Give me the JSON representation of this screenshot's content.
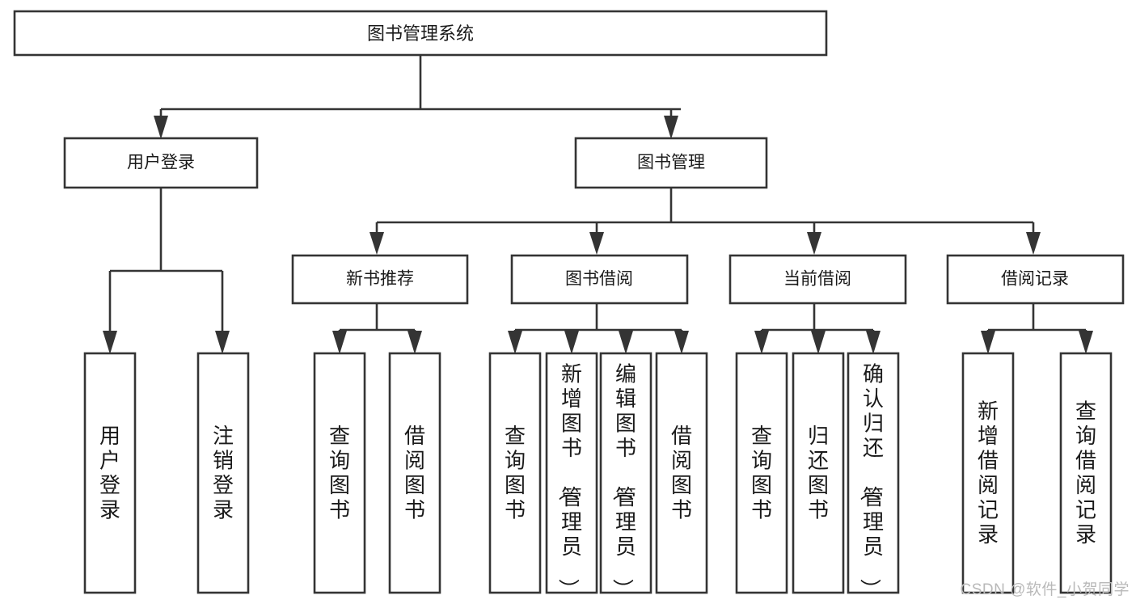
{
  "diagram": {
    "title": "图书管理系统",
    "watermark": "CSDN @软件_小贺同学",
    "colors": {
      "stroke": "#343434",
      "box_fill": "#ffffff",
      "text": "#1a1a1a",
      "background": "#ffffff",
      "watermark": "#b9b9b9"
    },
    "root": {
      "label": "图书管理系统"
    },
    "level1": [
      {
        "label": "用户登录"
      },
      {
        "label": "图书管理"
      }
    ],
    "level2": [
      {
        "label": "新书推荐"
      },
      {
        "label": "图书借阅"
      },
      {
        "label": "当前借阅"
      },
      {
        "label": "借阅记录"
      }
    ],
    "leaves": {
      "user_login": [
        {
          "label": "用户登录"
        },
        {
          "label": "注销登录"
        }
      ],
      "new_book_recommend": [
        {
          "label": "查询图书"
        },
        {
          "label": "借阅图书"
        }
      ],
      "book_borrow": [
        {
          "label": "查询图书"
        },
        {
          "label": "新增图书（管理员）"
        },
        {
          "label": "编辑图书（管理员）"
        },
        {
          "label": "借阅图书"
        }
      ],
      "current_borrow": [
        {
          "label": "查询图书"
        },
        {
          "label": "归还图书"
        },
        {
          "label": "确认归还（管理员）"
        }
      ],
      "borrow_record": [
        {
          "label": "新增借阅记录"
        },
        {
          "label": "查询借阅记录"
        }
      ]
    }
  }
}
